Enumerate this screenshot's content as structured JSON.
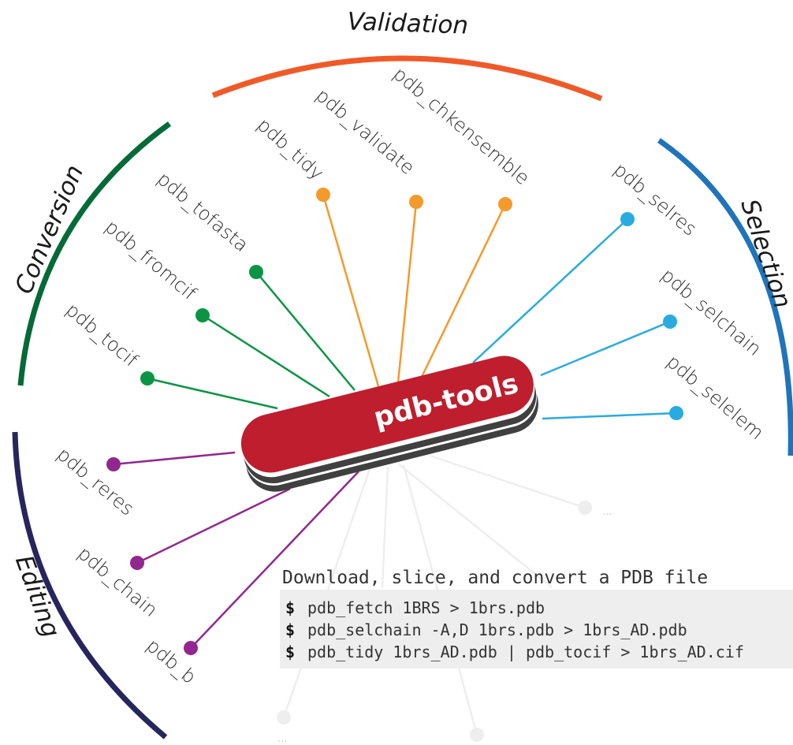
{
  "logo": {
    "text": "pdb-tools"
  },
  "colors": {
    "validation": "#f05a28",
    "validation_tool": "#f39a2b",
    "selection": "#1f74bb",
    "selection_tool": "#29abe2",
    "conversion": "#046a38",
    "conversion_tool": "#0b9444",
    "editing": "#27255e",
    "editing_tool": "#92278f",
    "logo_red": "#be1e2d",
    "logo_shadow": "#404040",
    "ghost": "#eeeeee"
  },
  "categories": {
    "validation": "Validation",
    "selection": "Selection",
    "conversion": "Conversion",
    "editing": "Editing"
  },
  "tools": {
    "pdb_tidy": "pdb_tidy",
    "pdb_validate": "pdb_validate",
    "pdb_chkensemble": "pdb_chkensemble",
    "pdb_selres": "pdb_selres",
    "pdb_selchain": "pdb_selchain",
    "pdb_selelem": "pdb_selelem",
    "pdb_tofasta": "pdb_tofasta",
    "pdb_fromcif": "pdb_fromcif",
    "pdb_tocif": "pdb_tocif",
    "pdb_reres": "pdb_reres",
    "pdb_chain": "pdb_chain",
    "pdb_b": "pdb_b"
  },
  "more": {
    "right": "...",
    "bottom": "..."
  },
  "example": {
    "caption": "Download, slice, and convert a PDB file",
    "prompt": "$",
    "commands": [
      "pdb_fetch 1BRS > 1brs.pdb",
      "pdb_selchain -A,D 1brs.pdb > 1brs_AD.pdb",
      "pdb_tidy 1brs_AD.pdb | pdb_tocif > 1brs_AD.cif"
    ]
  }
}
